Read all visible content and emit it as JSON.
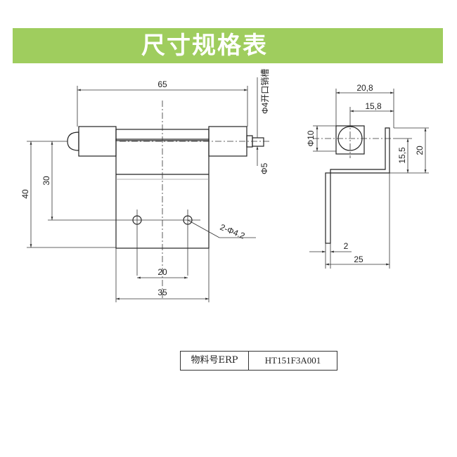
{
  "banner": {
    "title": "尺寸规格表"
  },
  "dimensions": {
    "width_65": "65",
    "pin_note": "Φ4开口销槽",
    "pin_dia_5": "Φ5",
    "height_40": "40",
    "height_30": "30",
    "holes": "2-Φ4.2",
    "hole_spacing_20": "20",
    "plate_width_35": "35",
    "side_20_8": "20,8",
    "side_15_8": "15,8",
    "side_dia_10": "Φ10",
    "side_15_5": "15,5",
    "side_20": "20",
    "side_thickness_2": "2",
    "side_depth_25": "25"
  },
  "erp": {
    "label": "物料号ERP",
    "value": "HT151F3A001"
  },
  "colors": {
    "banner": "#9fcd5e",
    "line": "#222222"
  }
}
